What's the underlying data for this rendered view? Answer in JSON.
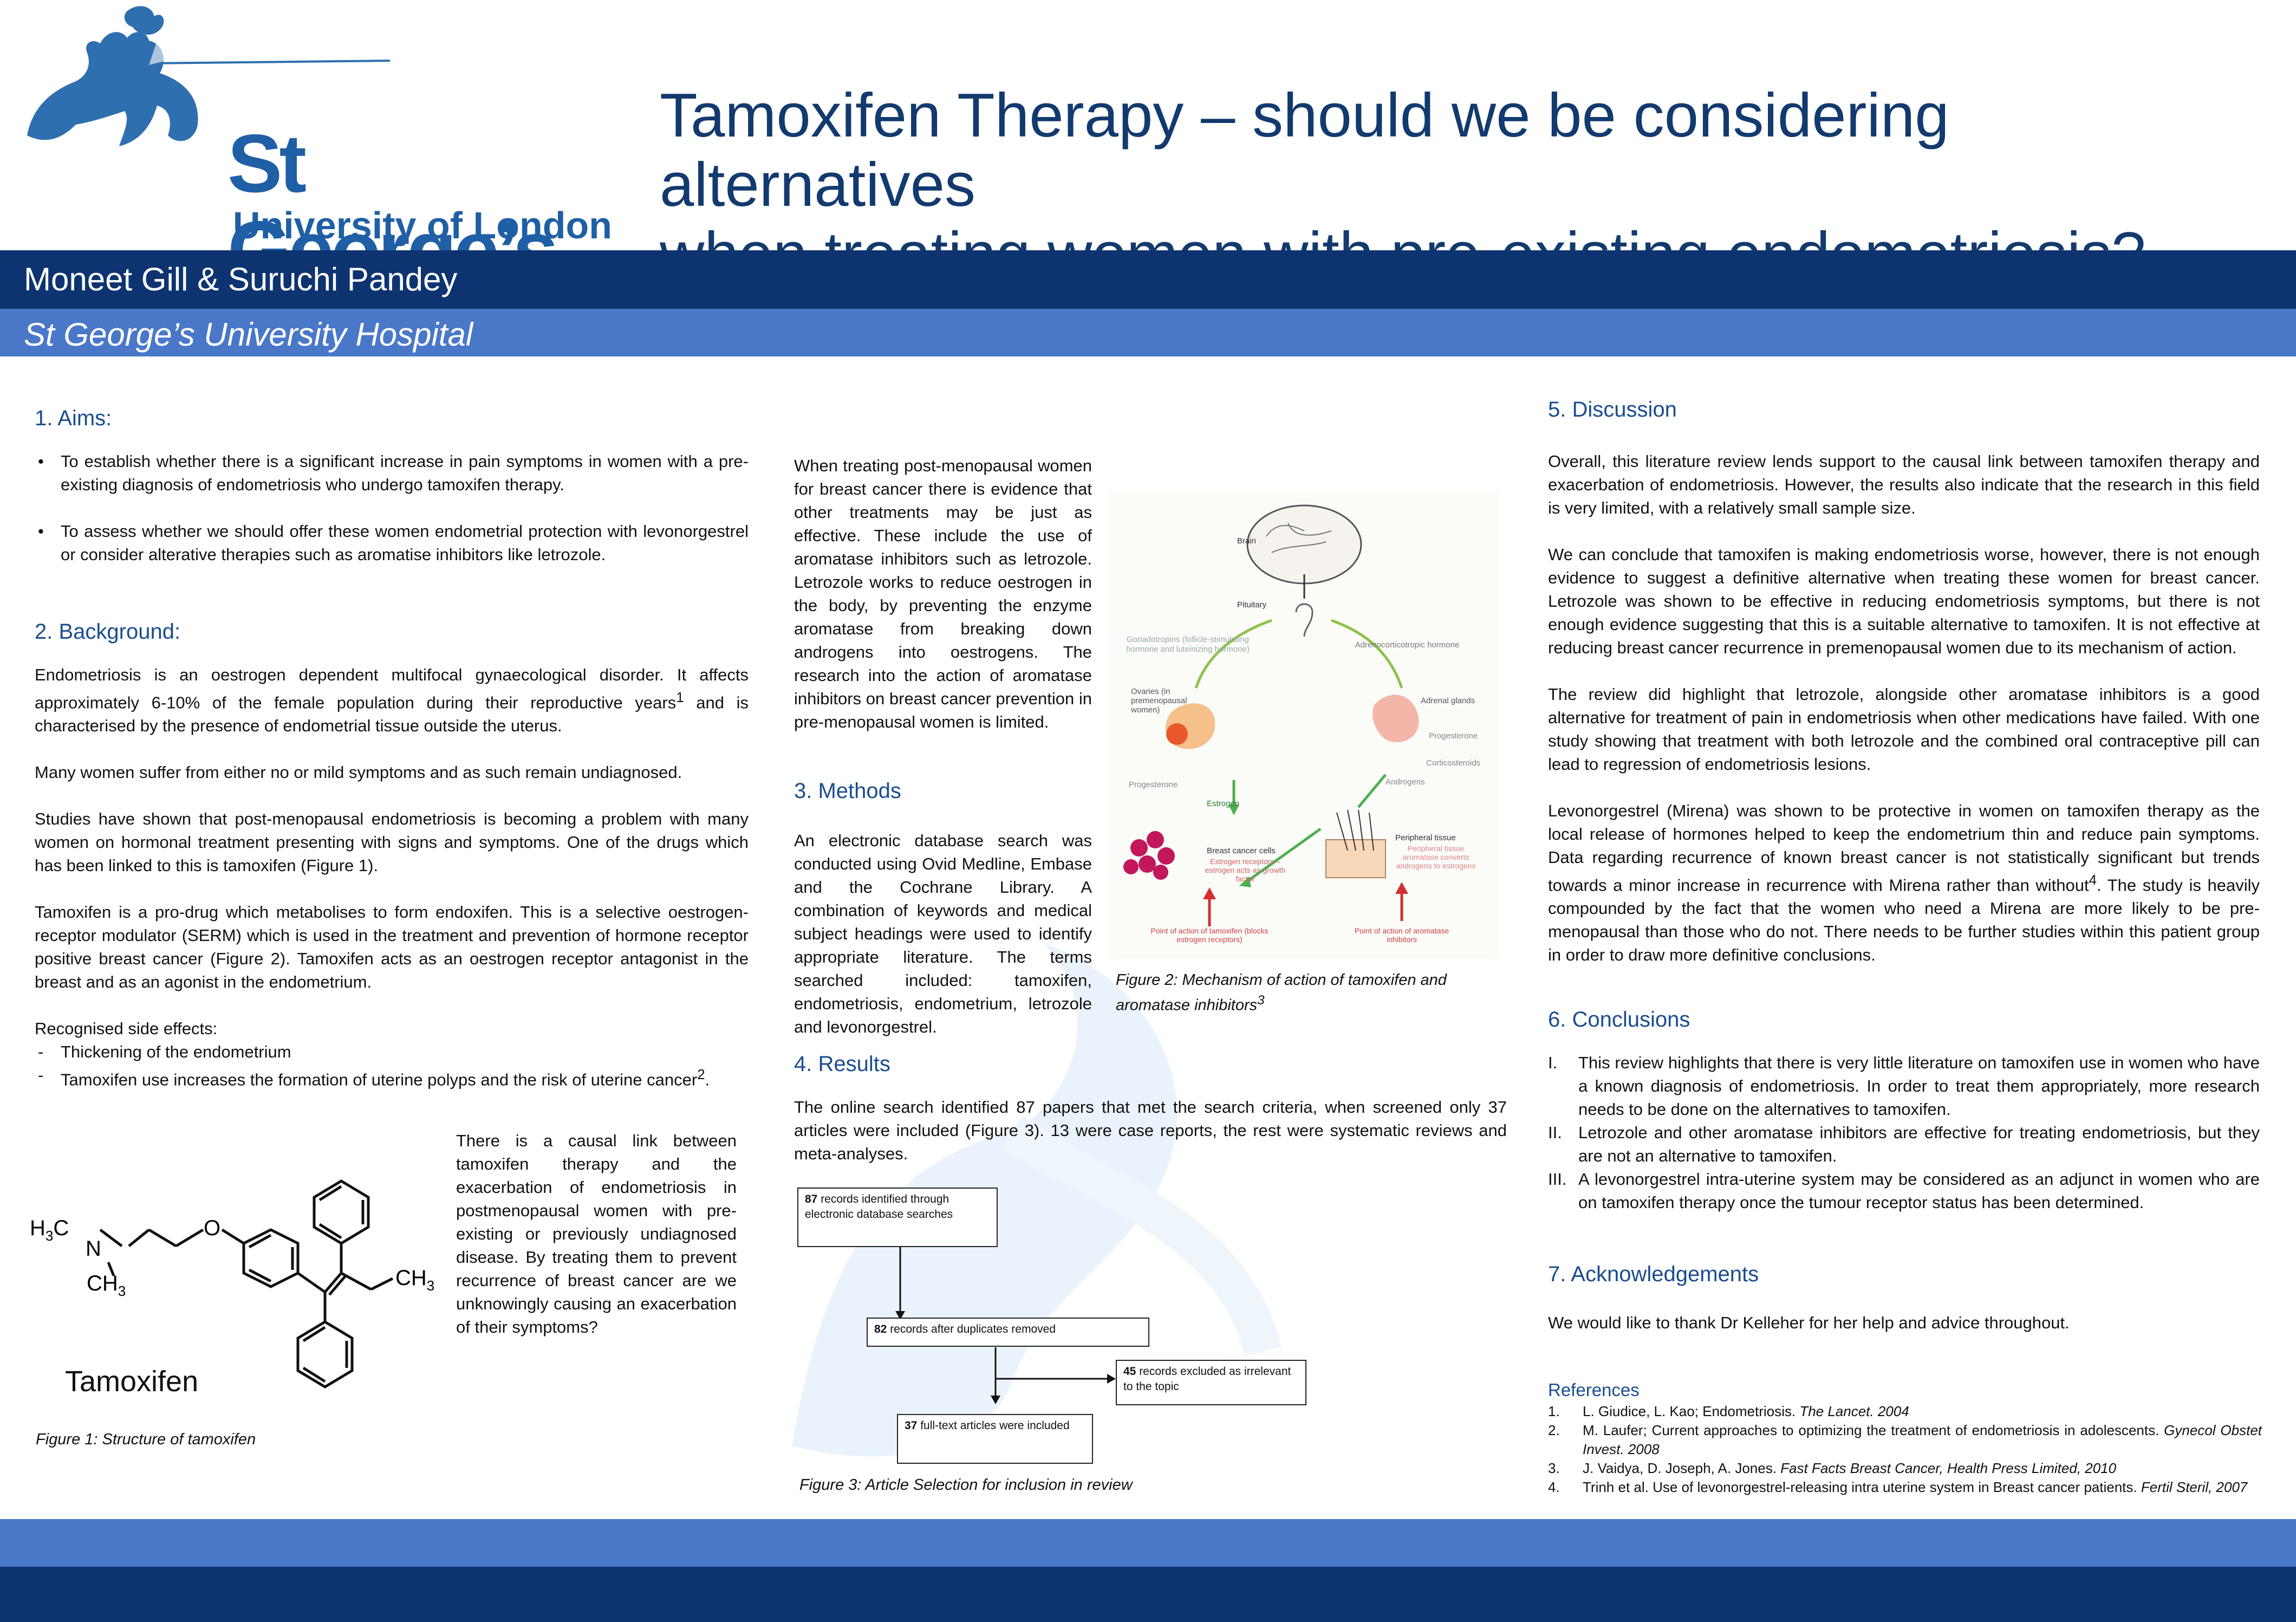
{
  "header": {
    "logo": {
      "name": "St George’s",
      "sub": "University of London"
    },
    "title_line1": "Tamoxifen Therapy – should we be considering alternatives",
    "title_line2": "when treating women with pre-existing endometriosis?",
    "authors": "Moneet Gill & Suruchi Pandey",
    "hospital": "St George’s University Hospital"
  },
  "aims": {
    "heading": "1. Aims:",
    "items": [
      "To establish whether there is a significant increase in pain symptoms in women with a pre-existing diagnosis of endometriosis who undergo tamoxifen therapy.",
      "To assess whether we should offer these women endometrial protection with levonorgestrel or consider alterative therapies such as aromatise inhibitors like letrozole."
    ]
  },
  "background": {
    "heading": "2. Background:",
    "p1": "Endometriosis is an oestrogen dependent multifocal gynaecological disorder. It affects approximately 6-10% of the female population during their reproductive years",
    "p1_sup": "1",
    "p1_end": " and is characterised by the presence of endometrial tissue outside the uterus.",
    "p2": "Many women suffer from either no or mild symptoms and as such remain undiagnosed.",
    "p3": "Studies have shown that post-menopausal endometriosis is becoming a problem with many women on hormonal treatment presenting with signs and symptoms. One of the drugs which has been linked to this is tamoxifen (Figure 1).",
    "p4": "Tamoxifen is a pro-drug which metabolises to form endoxifen. This is a selective oestrogen-receptor modulator (SERM) which is used in the treatment and prevention of hormone receptor positive breast cancer (Figure 2). Tamoxifen acts as an oestrogen receptor antagonist in the breast and as an agonist in the endometrium.",
    "side_effects_label": "Recognised side effects:",
    "side_effect1": "Thickening of the endometrium",
    "side_effect2": "Tamoxifen use increases the formation of uterine polyps and the risk of uterine cancer",
    "side_effect2_sup": "2",
    "side_effect2_end": ".",
    "causal": "There is a causal link between tamoxifen therapy and the exacerbation of endometriosis in postmenopausal women with pre-existing or previously undiagnosed disease. By treating them to prevent recurrence of breast cancer are we unknowingly causing an exacerbation of their symptoms?"
  },
  "figure1": {
    "label_h3c": "H",
    "label_h3c_sub": "3",
    "label_h3c_c": "C",
    "label_n": "N",
    "label_ch3": "CH",
    "label_ch3_sub": "3",
    "label_o": "O",
    "label_ch3b": "CH",
    "label_ch3b_sub": "3",
    "name": "Tamoxifen",
    "caption": "Figure 1: Structure of tamoxifen"
  },
  "middle": {
    "intro": "When treating post-menopausal women for breast cancer there is evidence that other treatments may be just as effective. These include the use of aromatase inhibitors such as letrozole. Letrozole works to reduce oestrogen in the body, by preventing the enzyme aromatase from breaking down androgens into oestrogens. The research into the action of aromatase inhibitors on breast cancer prevention in pre-menopausal women is limited.",
    "methods_heading": "3. Methods",
    "methods": "An electronic database search was conducted using Ovid Medline, Embase and the Cochrane Library. A combination of keywords and medical subject headings were used to identify appropriate literature. The terms searched included: tamoxifen, endometriosis, endometrium, letrozole and levonorgestrel.",
    "results_heading": "4. Results",
    "results": "The online search identified 87 papers that met the search criteria, when screened only 37 articles were included (Figure 3). 13 were case reports, the rest were systematic reviews and meta-analyses."
  },
  "figure2": {
    "labels": {
      "brain": "Brain",
      "pituitary": "Pituitary",
      "gonadotropins": "Gonadotropins (follicle-stimulating hormone and luteinizing hormone)",
      "acth": "Adrenocorticotropic hormone",
      "ovaries": "Ovaries (in premenopausal women)",
      "adrenal": "Adrenal glands",
      "progesterone_r": "Progesterone",
      "corticosteroids": "Corticosteroids",
      "androgens": "Androgens",
      "progesterone_l": "Progesterone",
      "estrogen": "Estrogen",
      "breast_cells": "Breast cancer cells",
      "breast_receptors": "Estrogen receptors – estrogen acts as growth factor",
      "peripheral": "Peripheral tissue",
      "peripheral_sub": "Peripheral tissue aromatase converts androgens to estrogens",
      "action_tamoxifen": "Point of action of tamoxifen (blocks estrogen receptors)",
      "action_ai": "Point of action of aromatase inhibitors"
    },
    "caption_line1": "Figure 2: Mechanism of action of tamoxifen and",
    "caption_line2": "aromatase inhibitors",
    "caption_sup": "3"
  },
  "figure3": {
    "box1_num": "87",
    "box1_text": " records identified through electronic database searches",
    "box2_num": "82",
    "box2_text": " records after duplicates removed",
    "box3_num": "45",
    "box3_text": " records excluded as irrelevant to the topic",
    "box4_num": "37",
    "box4_text": " full-text articles were included",
    "caption": "Figure 3: Article Selection for inclusion in review"
  },
  "discussion": {
    "heading": "5. Discussion",
    "p1": "Overall, this literature review lends support to the causal link between tamoxifen therapy and exacerbation of endometriosis. However, the results also indicate that the research in this field is very limited, with a relatively small sample size.",
    "p2": "We can conclude that tamoxifen is making endometriosis worse, however, there is not enough evidence to suggest a definitive alternative when treating these women for breast cancer. Letrozole was shown to be effective in reducing endometriosis symptoms, but there is not enough evidence suggesting that this is a suitable alternative to tamoxifen. It is not effective at reducing breast cancer recurrence in premenopausal women due to its mechanism of action.",
    "p3": "The review did highlight that letrozole, alongside other aromatase inhibitors is a good alternative for treatment of pain in endometriosis when other medications have failed. With one study showing that treatment with both letrozole and the combined oral contraceptive pill can lead to regression of endometriosis lesions.",
    "p4a": "Levonorgestrel (Mirena) was shown to be protective in women on tamoxifen therapy as the local release of hormones helped to keep the endometrium thin and reduce pain symptoms. Data regarding recurrence of known breast cancer is not statistically significant but trends towards a minor increase in recurrence with Mirena rather than without",
    "p4_sup": "4",
    "p4b": ". The study is  heavily compounded by the fact that the women who need a Mirena are more likely to be pre-menopausal than those who do not. There needs to be further studies within this patient group in order to draw more definitive conclusions."
  },
  "conclusions": {
    "heading": "6. Conclusions",
    "items": [
      {
        "num": "I.",
        "text": "This review highlights that there is very little literature on tamoxifen use in women who have a known diagnosis of endometriosis. In order to treat them appropriately, more research needs to be done on the alternatives to tamoxifen."
      },
      {
        "num": "II.",
        "text": "Letrozole and other aromatase inhibitors are effective for treating endometriosis, but they are not an alternative to tamoxifen."
      },
      {
        "num": "III.",
        "text": "A levonorgestrel intra-uterine system may be considered as an adjunct in women who are on tamoxifen therapy once the tumour receptor status has been determined."
      }
    ]
  },
  "acknowledgements": {
    "heading": "7. Acknowledgements",
    "text": "We would like to thank Dr Kelleher for her help and advice throughout."
  },
  "references": {
    "heading": "References",
    "items": [
      {
        "num": "1.",
        "plain": "L. Giudice, L. Kao; Endometriosis. ",
        "ital": "The Lancet. 2004"
      },
      {
        "num": "2.",
        "plain": "M. Laufer; Current approaches to optimizing the treatment of endometriosis in adolescents. ",
        "ital": "Gynecol Obstet Invest. 2008"
      },
      {
        "num": "3.",
        "plain": "J. Vaidya, D. Joseph, A. Jones. ",
        "ital": "Fast Facts Breast Cancer, Health Press Limited, 2010"
      },
      {
        "num": "4.",
        "plain": "Trinh et al. Use of levonorgestrel-releasing intra uterine system in Breast cancer patients. ",
        "ital": "Fertil Steril, 2007"
      }
    ]
  },
  "colors": {
    "navy": "#0d3470",
    "blue": "#4a78c8",
    "heading": "#1a4d8f",
    "title": "#123a6e"
  }
}
